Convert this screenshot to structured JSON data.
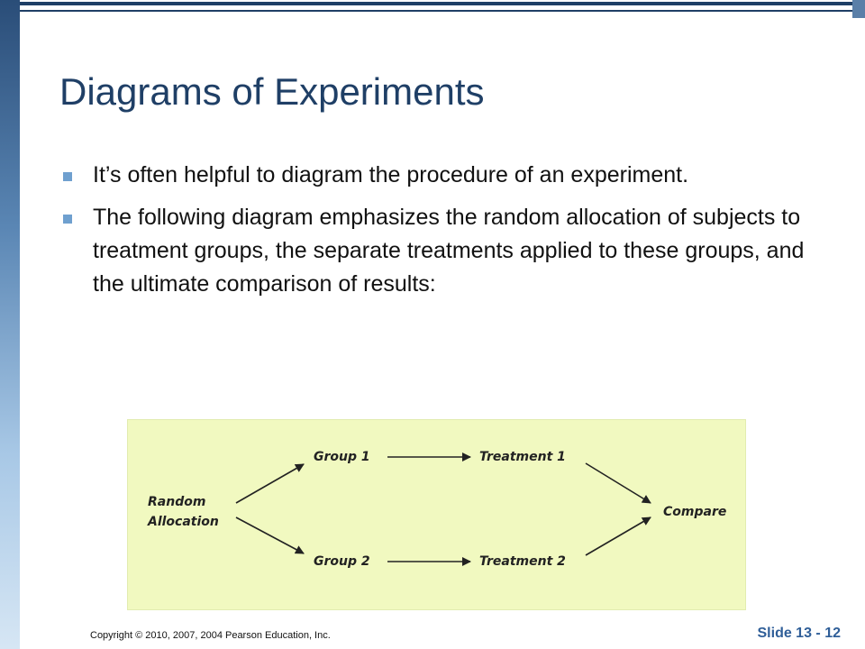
{
  "slide": {
    "title": "Diagrams of Experiments",
    "bullets": [
      "It’s often helpful to diagram the procedure of an experiment.",
      "The following diagram emphasizes the random allocation of subjects to treatment groups, the separate treatments applied to these groups, and the ultimate comparison of results:"
    ]
  },
  "diagram": {
    "random_line1": "Random",
    "random_line2": "Allocation",
    "group1": "Group 1",
    "group2": "Group 2",
    "treatment1": "Treatment 1",
    "treatment2": "Treatment 2",
    "compare": "Compare"
  },
  "footer": {
    "copyright": "Copyright © 2010, 2007, 2004 Pearson Education, Inc.",
    "slide_number": "Slide 13 - 12"
  },
  "colors": {
    "title": "#1f3f66",
    "bullet": "#6fa0cf",
    "diagram_bg": "#f1f9c0",
    "slide_number": "#2f5e98"
  }
}
